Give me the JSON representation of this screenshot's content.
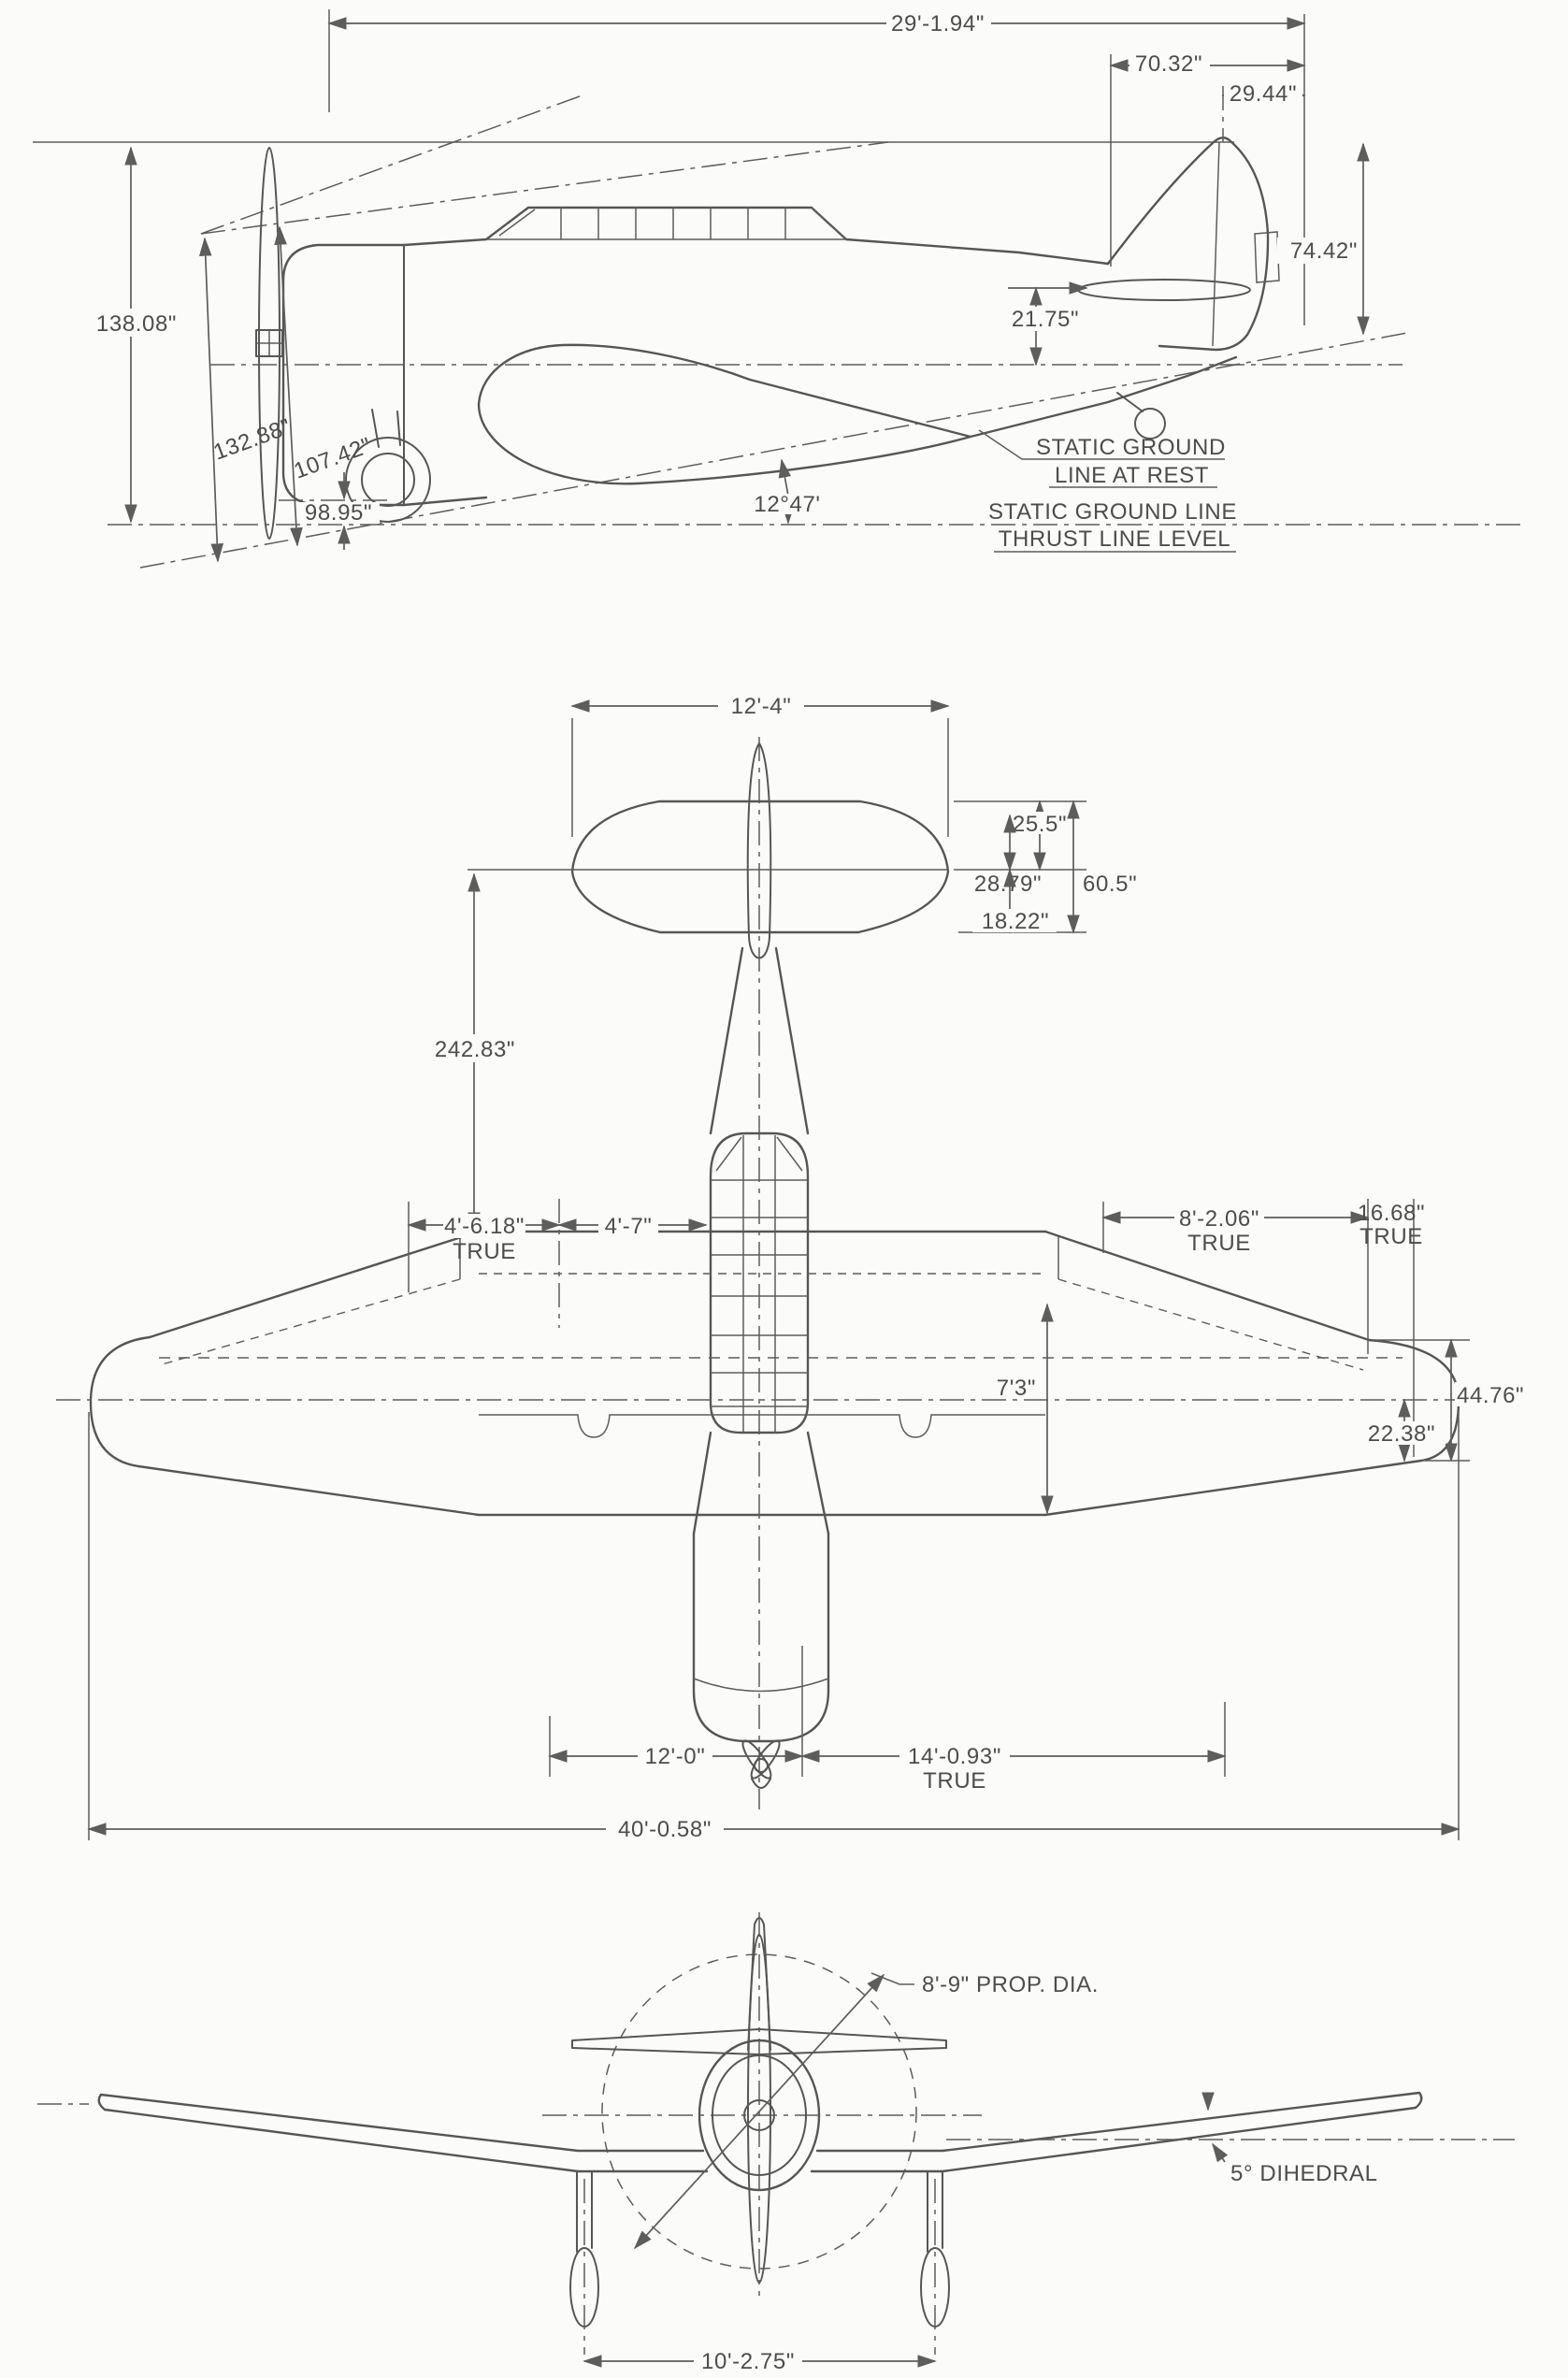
{
  "drawing": {
    "type": "three-view aircraft general-arrangement drawing",
    "views": [
      "side view",
      "plan view",
      "front view"
    ]
  },
  "colors": {
    "ink": "#565656",
    "paper": "#fbfbf9"
  },
  "side_view": {
    "dims": {
      "overall_length": "29'-1.94\"",
      "tail_to_rudder": "70.32\"",
      "fin_chord": "29.44\"",
      "fin_height_level": "138.08\"",
      "prop_tip_at_rest": "132.88\"",
      "canopy_at_rest": "107.42\"",
      "prop_clearance": "98.95\"",
      "stab_above_thrust": "21.75\"",
      "tail_height_at_rest": "74.42\"",
      "ground_angle": "12°47'"
    },
    "notes": {
      "ground_line_rest_1": "STATIC GROUND",
      "ground_line_rest_2": "LINE AT REST",
      "ground_line_level_1": "STATIC GROUND LINE",
      "ground_line_level_2": "THRUST LINE LEVEL"
    }
  },
  "top_view": {
    "dims": {
      "stab_span": "12'-4\"",
      "elevator_tip_chord": "25.5\"",
      "stab_root_chord": "28.79\"",
      "stab_overall_chord": "60.5\"",
      "elevator_root_chord": "18.22\"",
      "tail_arm": "242.83\"",
      "outer_panel_inner": "4'-6.18\"",
      "outer_panel_inner_note": "TRUE",
      "center_section_half": "4'-7\"",
      "outer_panel": "8'-2.06\"",
      "outer_panel_note": "TRUE",
      "wing_tip": "16.68\"",
      "wing_tip_note": "TRUE",
      "flap_station_chord": "7'3\"",
      "tip_chord": "44.76\"",
      "tip_half_chord": "22.38\"",
      "center_section_span": "12'-0\"",
      "outer_panel_span": "14'-0.93\"",
      "outer_panel_span_note": "TRUE",
      "wing_span": "40'-0.58\""
    }
  },
  "front_view": {
    "labels": {
      "prop_dia": "8'-9\" PROP. DIA.",
      "dihedral": "5° DIHEDRAL",
      "gear_track": "10'-2.75\""
    }
  }
}
